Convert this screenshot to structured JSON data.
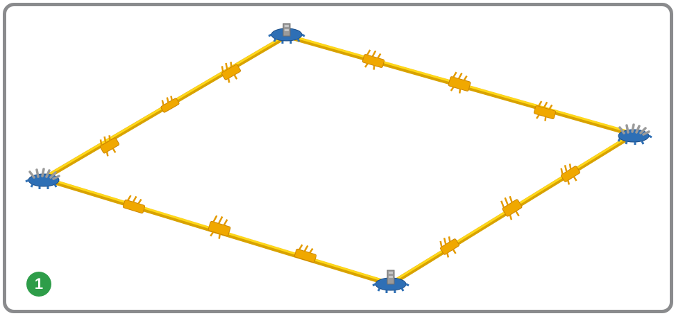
{
  "step": {
    "number": "1",
    "badge_color": "#2e9d49"
  },
  "frame": {
    "border_color": "#8a8b8d"
  },
  "parts": {
    "rod_color": "#f5c400",
    "connector_color": "#f0a800",
    "hub_color": "#2e6fb5",
    "hub_accent_color": "#9a9a9a",
    "hubs": [
      "hub-top",
      "hub-right",
      "hub-bottom",
      "hub-left"
    ],
    "rod_count": 4,
    "connectors_per_rod": 3
  }
}
